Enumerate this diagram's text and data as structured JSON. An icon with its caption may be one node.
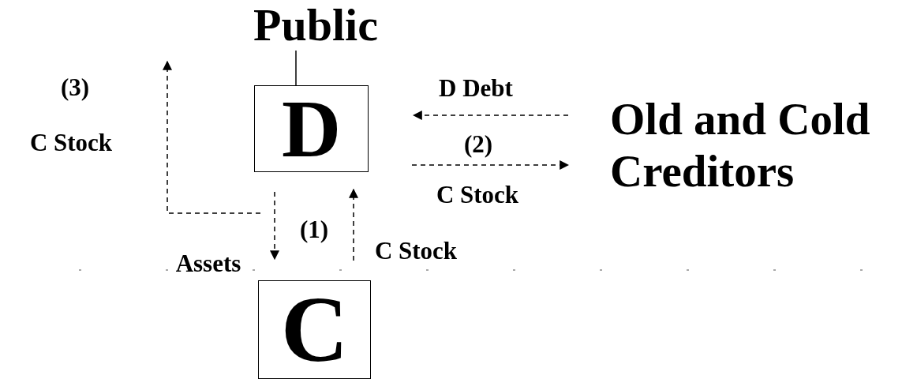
{
  "diagram": {
    "nodes": [
      {
        "text": [
          "Public"
        ]
      },
      {
        "text": [
          "D"
        ]
      },
      {
        "text": [
          "Old and Cold Creditors"
        ]
      },
      {
        "text": [
          "C"
        ]
      }
    ],
    "edges": [
      {
        "from": 0,
        "to": 1,
        "arrow": "none"
      },
      {
        "from": 2,
        "to": 1,
        "arrow": "to",
        "label": "D Debt",
        "style": "dashed"
      },
      {
        "from": 1,
        "to": 2,
        "arrow": "to",
        "label": "C Stock",
        "style": "dashed"
      },
      {
        "from": 1,
        "to": 3,
        "arrow": "to",
        "label": "Assets",
        "style": "dashed"
      },
      {
        "from": 3,
        "to": 1,
        "arrow": "to",
        "label": "C Stock",
        "style": "dashed"
      }
    ],
    "labels": [
      "(3)",
      "C Stock",
      "(2)",
      "(1)"
    ]
  }
}
